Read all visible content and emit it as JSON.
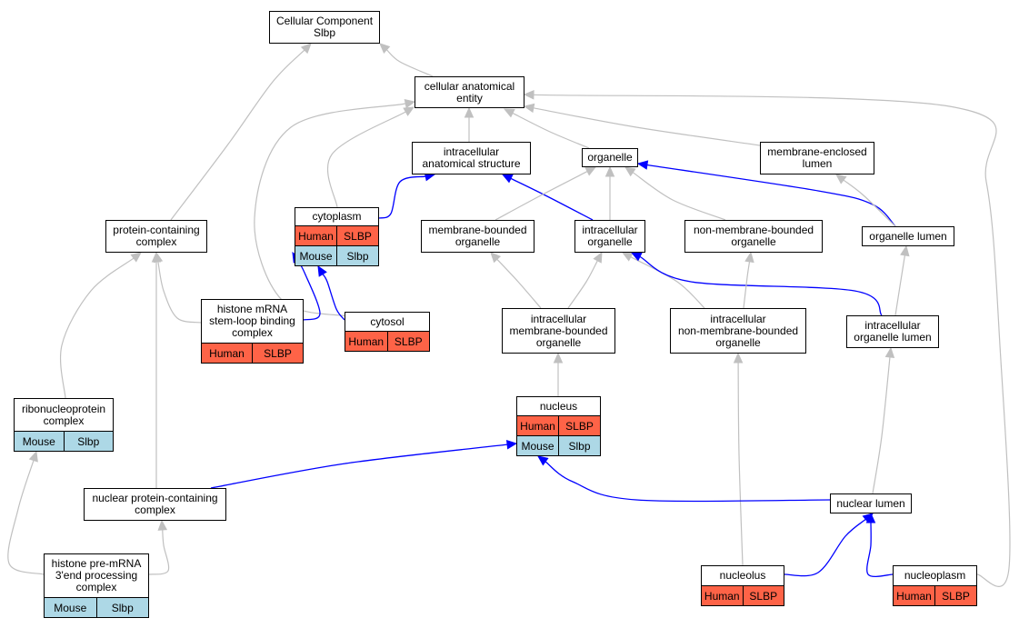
{
  "nodes": [
    {
      "id": "cc_slbp",
      "title": [
        "Cellular Component",
        "Slbp"
      ],
      "rows": []
    },
    {
      "id": "cae",
      "title": [
        "cellular anatomical",
        "entity"
      ],
      "rows": []
    },
    {
      "id": "ias",
      "title": [
        "intracellular",
        "anatomical structure"
      ],
      "rows": []
    },
    {
      "id": "organelle",
      "title": [
        "organelle"
      ],
      "rows": []
    },
    {
      "id": "mel",
      "title": [
        "membrane-enclosed",
        "lumen"
      ],
      "rows": []
    },
    {
      "id": "pcc",
      "title": [
        "protein-containing",
        "complex"
      ],
      "rows": []
    },
    {
      "id": "cytoplasm",
      "title": [
        "cytoplasm"
      ],
      "rows": [
        {
          "type": "human",
          "species": "Human",
          "gene": "SLBP"
        },
        {
          "type": "mouse",
          "species": "Mouse",
          "gene": "Slbp"
        }
      ]
    },
    {
      "id": "mbo",
      "title": [
        "membrane-bounded",
        "organelle"
      ],
      "rows": []
    },
    {
      "id": "io",
      "title": [
        "intracellular",
        "organelle"
      ],
      "rows": []
    },
    {
      "id": "nmbo",
      "title": [
        "non-membrane-bounded",
        "organelle"
      ],
      "rows": []
    },
    {
      "id": "ol",
      "title": [
        "organelle lumen"
      ],
      "rows": []
    },
    {
      "id": "hmslb",
      "title": [
        "histone mRNA",
        "stem-loop binding",
        "complex"
      ],
      "rows": [
        {
          "type": "human",
          "species": "Human",
          "gene": "SLBP"
        }
      ]
    },
    {
      "id": "cytosol",
      "title": [
        "cytosol"
      ],
      "rows": [
        {
          "type": "human",
          "species": "Human",
          "gene": "SLBP"
        }
      ]
    },
    {
      "id": "imbo",
      "title": [
        "intracellular",
        "membrane-bounded",
        "organelle"
      ],
      "rows": []
    },
    {
      "id": "inmbo",
      "title": [
        "intracellular",
        "non-membrane-bounded",
        "organelle"
      ],
      "rows": []
    },
    {
      "id": "iol",
      "title": [
        "intracellular",
        "organelle lumen"
      ],
      "rows": []
    },
    {
      "id": "rnp",
      "title": [
        "ribonucleoprotein",
        "complex"
      ],
      "rows": [
        {
          "type": "mouse",
          "species": "Mouse",
          "gene": "Slbp"
        }
      ]
    },
    {
      "id": "nucleus",
      "title": [
        "nucleus"
      ],
      "rows": [
        {
          "type": "human",
          "species": "Human",
          "gene": "SLBP"
        },
        {
          "type": "mouse",
          "species": "Mouse",
          "gene": "Slbp"
        }
      ]
    },
    {
      "id": "npcc",
      "title": [
        "nuclear protein-containing",
        "complex"
      ],
      "rows": []
    },
    {
      "id": "nl",
      "title": [
        "nuclear lumen"
      ],
      "rows": []
    },
    {
      "id": "hpre",
      "title": [
        "histone pre-mRNA",
        "3'end processing",
        "complex"
      ],
      "rows": [
        {
          "type": "mouse",
          "species": "Mouse",
          "gene": "Slbp"
        }
      ]
    },
    {
      "id": "nucleolus",
      "title": [
        "nucleolus"
      ],
      "rows": [
        {
          "type": "human",
          "species": "Human",
          "gene": "SLBP"
        }
      ]
    },
    {
      "id": "nucleoplasm",
      "title": [
        "nucleoplasm"
      ],
      "rows": [
        {
          "type": "human",
          "species": "Human",
          "gene": "SLBP"
        }
      ]
    }
  ],
  "edges": [
    {
      "color": "gray",
      "from": "cae",
      "to": "cc_slbp"
    },
    {
      "color": "gray",
      "from": "pcc",
      "to": "cc_slbp"
    },
    {
      "color": "gray",
      "from": "ias",
      "to": "cae"
    },
    {
      "color": "gray",
      "from": "organelle",
      "to": "cae"
    },
    {
      "color": "gray",
      "from": "mel",
      "to": "cae"
    },
    {
      "color": "gray",
      "from": "cytoplasm",
      "to": "cae"
    },
    {
      "color": "gray",
      "from": "cytosol",
      "to": "cae"
    },
    {
      "color": "gray",
      "from": "nucleoplasm",
      "to": "cae"
    },
    {
      "color": "blue",
      "from": "cytoplasm",
      "to": "ias"
    },
    {
      "color": "blue",
      "from": "io",
      "to": "ias"
    },
    {
      "color": "gray",
      "from": "mbo",
      "to": "organelle"
    },
    {
      "color": "gray",
      "from": "io",
      "to": "organelle"
    },
    {
      "color": "gray",
      "from": "nmbo",
      "to": "organelle"
    },
    {
      "color": "blue",
      "from": "ol",
      "to": "organelle"
    },
    {
      "color": "gray",
      "from": "ol",
      "to": "mel"
    },
    {
      "color": "gray",
      "from": "hmslb",
      "to": "pcc"
    },
    {
      "color": "gray",
      "from": "rnp",
      "to": "pcc"
    },
    {
      "color": "gray",
      "from": "npcc",
      "to": "pcc"
    },
    {
      "color": "blue",
      "from": "hmslb",
      "to": "cytoplasm"
    },
    {
      "color": "blue",
      "from": "cytosol",
      "to": "cytoplasm"
    },
    {
      "color": "gray",
      "from": "imbo",
      "to": "mbo"
    },
    {
      "color": "gray",
      "from": "imbo",
      "to": "io"
    },
    {
      "color": "gray",
      "from": "inmbo",
      "to": "io"
    },
    {
      "color": "blue",
      "from": "iol",
      "to": "io"
    },
    {
      "color": "gray",
      "from": "inmbo",
      "to": "nmbo"
    },
    {
      "color": "gray",
      "from": "iol",
      "to": "ol"
    },
    {
      "color": "gray",
      "from": "nucleus",
      "to": "imbo"
    },
    {
      "color": "gray",
      "from": "nucleolus",
      "to": "inmbo"
    },
    {
      "color": "gray",
      "from": "nl",
      "to": "iol"
    },
    {
      "color": "blue",
      "from": "npcc",
      "to": "nucleus"
    },
    {
      "color": "blue",
      "from": "nl",
      "to": "nucleus"
    },
    {
      "color": "gray",
      "from": "hpre",
      "to": "rnp"
    },
    {
      "color": "gray",
      "from": "hpre",
      "to": "npcc"
    },
    {
      "color": "blue",
      "from": "nucleolus",
      "to": "nl"
    },
    {
      "color": "blue",
      "from": "nucleoplasm",
      "to": "nl"
    }
  ],
  "colors": {
    "gray_edge": "#c0c0c0",
    "blue_edge": "#0000ff",
    "human": "#fe6347",
    "mouse": "#add8e6"
  }
}
